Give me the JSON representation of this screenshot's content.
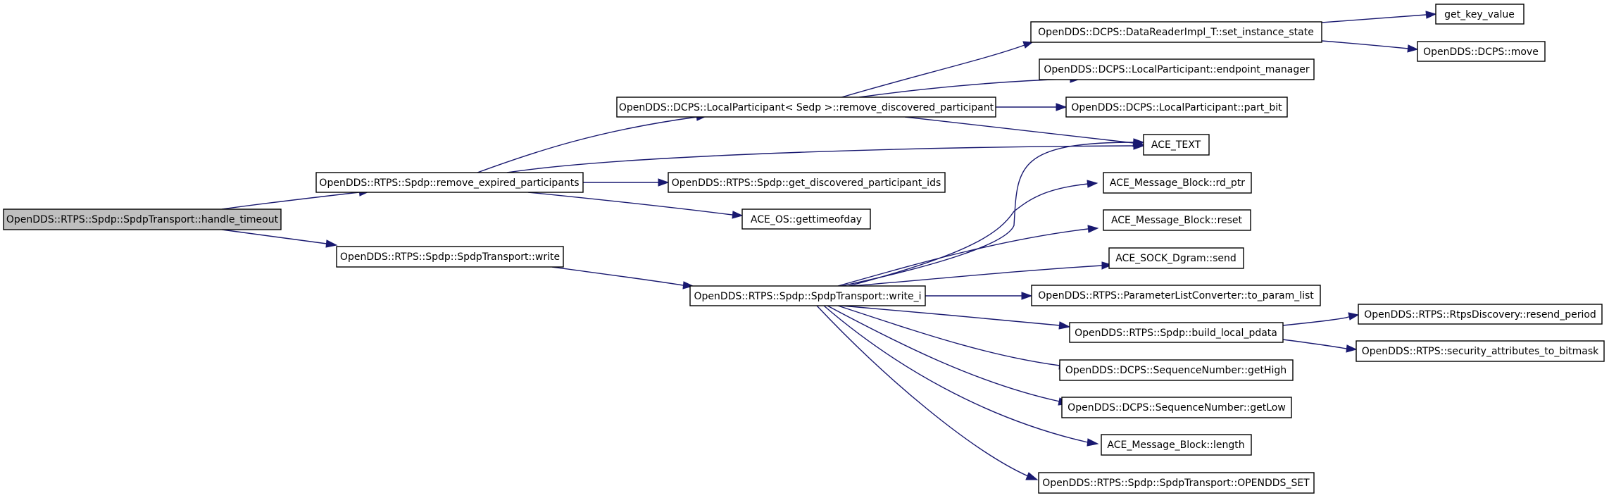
{
  "graph": {
    "nodes": {
      "handle_timeout": "OpenDDS::RTPS::Spdp::SpdpTransport::handle_timeout",
      "remove_expired_participants": "OpenDDS::RTPS::Spdp::remove_expired_participants",
      "write": "OpenDDS::RTPS::Spdp::SpdpTransport::write",
      "remove_discovered_participant": "OpenDDS::DCPS::LocalParticipant< Sedp >::remove_discovered_participant",
      "get_discovered_participant_ids": "OpenDDS::RTPS::Spdp::get_discovered_participant_ids",
      "gettimeofday": "ACE_OS::gettimeofday",
      "write_i": "OpenDDS::RTPS::Spdp::SpdpTransport::write_i",
      "set_instance_state": "OpenDDS::DCPS::DataReaderImpl_T::set_instance_state",
      "endpoint_manager": "OpenDDS::DCPS::LocalParticipant::endpoint_manager",
      "part_bit": "OpenDDS::DCPS::LocalParticipant::part_bit",
      "ace_text": "ACE_TEXT",
      "rd_ptr": "ACE_Message_Block::rd_ptr",
      "reset": "ACE_Message_Block::reset",
      "send": "ACE_SOCK_Dgram::send",
      "to_param_list": "OpenDDS::RTPS::ParameterListConverter::to_param_list",
      "build_local_pdata": "OpenDDS::RTPS::Spdp::build_local_pdata",
      "getHigh": "OpenDDS::DCPS::SequenceNumber::getHigh",
      "getLow": "OpenDDS::DCPS::SequenceNumber::getLow",
      "length": "ACE_Message_Block::length",
      "opendds_set": "OpenDDS::RTPS::Spdp::SpdpTransport::OPENDDS_SET",
      "get_key_value": "get_key_value",
      "move": "OpenDDS::DCPS::move",
      "resend_period": "OpenDDS::RTPS::RtpsDiscovery::resend_period",
      "security_attributes_to_bitmask": "OpenDDS::RTPS::security_attributes_to_bitmask"
    }
  }
}
